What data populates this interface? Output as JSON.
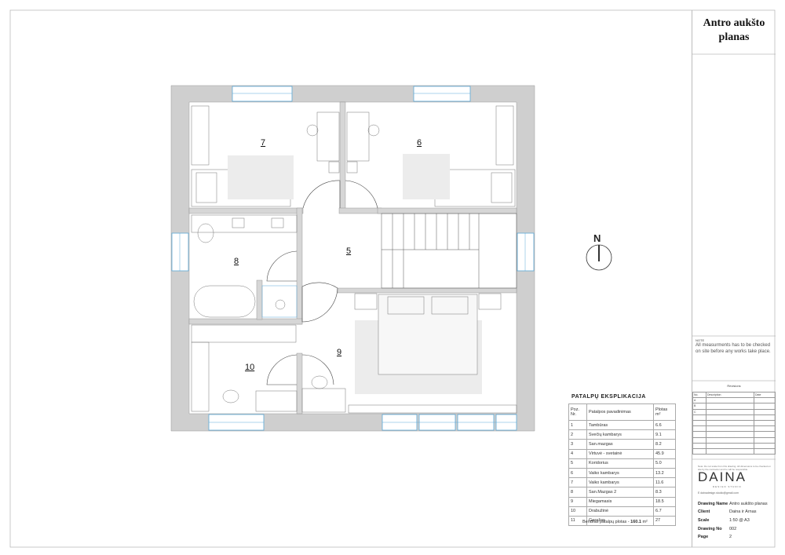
{
  "title_block": {
    "title_line1": "Antro aukšto",
    "title_line2": "planas",
    "note_heading": "NOTE",
    "note_text": "All measurments has to be checked on site before any works take place.",
    "revisions_title": "Revisions",
    "revisions_headers": [
      "No.",
      "Description",
      "Date"
    ],
    "revision_rows": [
      "A",
      "B",
      "C",
      "",
      "",
      "",
      "",
      "",
      "",
      ""
    ],
    "small_note": "Note: Do not scale from this drawing. All dimensions to be checked on site by the contractor and he will be responsible.",
    "logo": "DAINA",
    "logo_sub": "DESIGN STUDIO",
    "email": "E dainadesign.studio@gmail.com",
    "info": [
      {
        "label": "Drawing Name",
        "value": "Antro aukšto planas"
      },
      {
        "label": "Client",
        "value": "Daina ir Arnas"
      },
      {
        "label": "Scale",
        "value": "1:50 @ A3"
      },
      {
        "label": "Drawing No",
        "value": "002"
      },
      {
        "label": "Page",
        "value": "2"
      }
    ]
  },
  "north_label": "N",
  "rooms": [
    "7",
    "6",
    "8",
    "5",
    "10",
    "9"
  ],
  "explication": {
    "title": "PATALPŲ  EKSPLIKACIJA",
    "headers": [
      "Poz. Nr.",
      "Patalpos pavadinimas",
      "Plotas m²"
    ],
    "rows": [
      [
        "1",
        "Tambūras",
        "6.6"
      ],
      [
        "2",
        "Svečių kambarys",
        "9.1"
      ],
      [
        "3",
        "San.mazgas",
        "8.2"
      ],
      [
        "4",
        "Virtuvė - svetainė",
        "45.9"
      ],
      [
        "5",
        "Koridorius",
        "5.0"
      ],
      [
        "6",
        "Vaiko kambarys",
        "13.2"
      ],
      [
        "7",
        "Vaiko kambarys",
        "11.6"
      ],
      [
        "8",
        "San.Mazgas 2",
        "8.3"
      ],
      [
        "9",
        "Miegamasis",
        "18.5"
      ],
      [
        "10",
        "Drabužinė",
        "6.7"
      ],
      [
        "11",
        "Garažas",
        "27"
      ]
    ],
    "total_label": "Bendras patalpų plotas -",
    "total_value": "160.1",
    "total_unit": "m²"
  }
}
